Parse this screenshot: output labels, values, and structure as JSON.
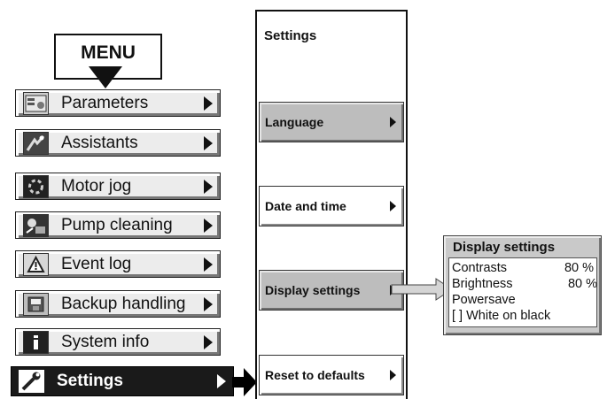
{
  "menu": {
    "title": "MENU",
    "items": [
      {
        "label": "Parameters",
        "icon": "parameters-icon"
      },
      {
        "label": "Assistants",
        "icon": "assistants-icon"
      },
      {
        "label": "Motor jog",
        "icon": "motor-jog-icon"
      },
      {
        "label": "Pump cleaning",
        "icon": "pump-cleaning-icon"
      },
      {
        "label": "Event log",
        "icon": "event-log-icon"
      },
      {
        "label": "Backup handling",
        "icon": "backup-icon"
      },
      {
        "label": "System info",
        "icon": "system-info-icon"
      },
      {
        "label": "Settings",
        "icon": "wrench-icon",
        "active": true
      }
    ]
  },
  "settings": {
    "title": "Settings",
    "items": [
      {
        "label": "Language"
      },
      {
        "label": "Date and time"
      },
      {
        "label": "Display settings"
      },
      {
        "label": "Reset to defaults"
      }
    ]
  },
  "display_settings": {
    "title": "Display settings",
    "contrasts_label": "Contrasts",
    "contrasts_value": "80 %",
    "brightness_label": "Brightness",
    "brightness_value": "80 %",
    "powersave_label": "Powersave",
    "white_on_black_label": "[ ] White on black"
  }
}
